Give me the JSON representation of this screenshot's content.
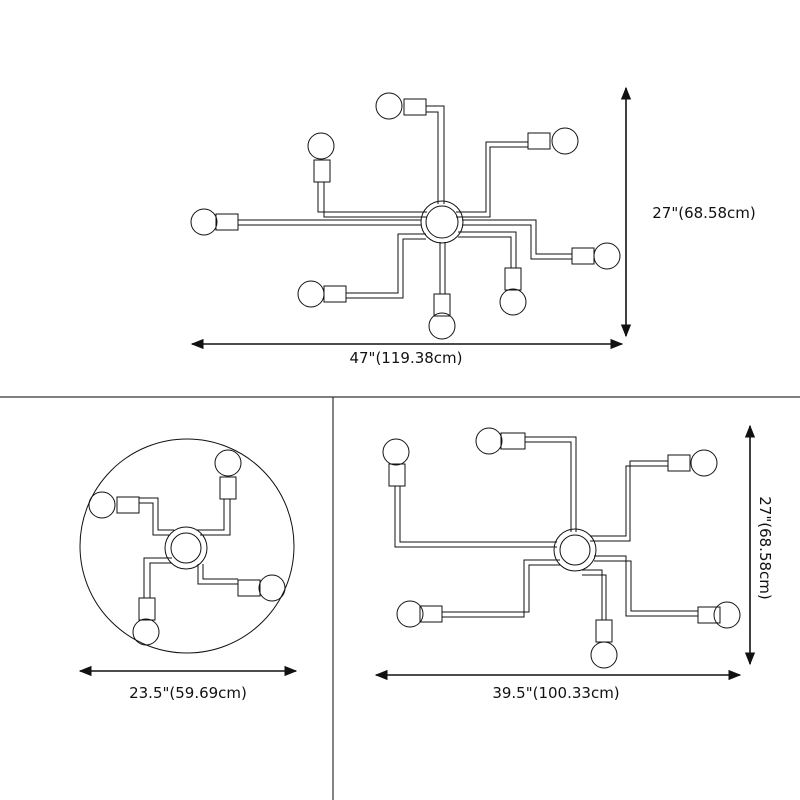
{
  "panels": {
    "top": {
      "width_label": "47\"(119.38cm)",
      "height_label": "27\"(68.58cm)"
    },
    "bottom_left": {
      "width_label": "23.5\"(59.69cm)"
    },
    "bottom_right": {
      "width_label": "39.5\"(100.33cm)",
      "height_label": "27\"(68.58cm)"
    }
  },
  "colors": {
    "line": "#111111",
    "divider": "#333333",
    "background": "#ffffff"
  }
}
